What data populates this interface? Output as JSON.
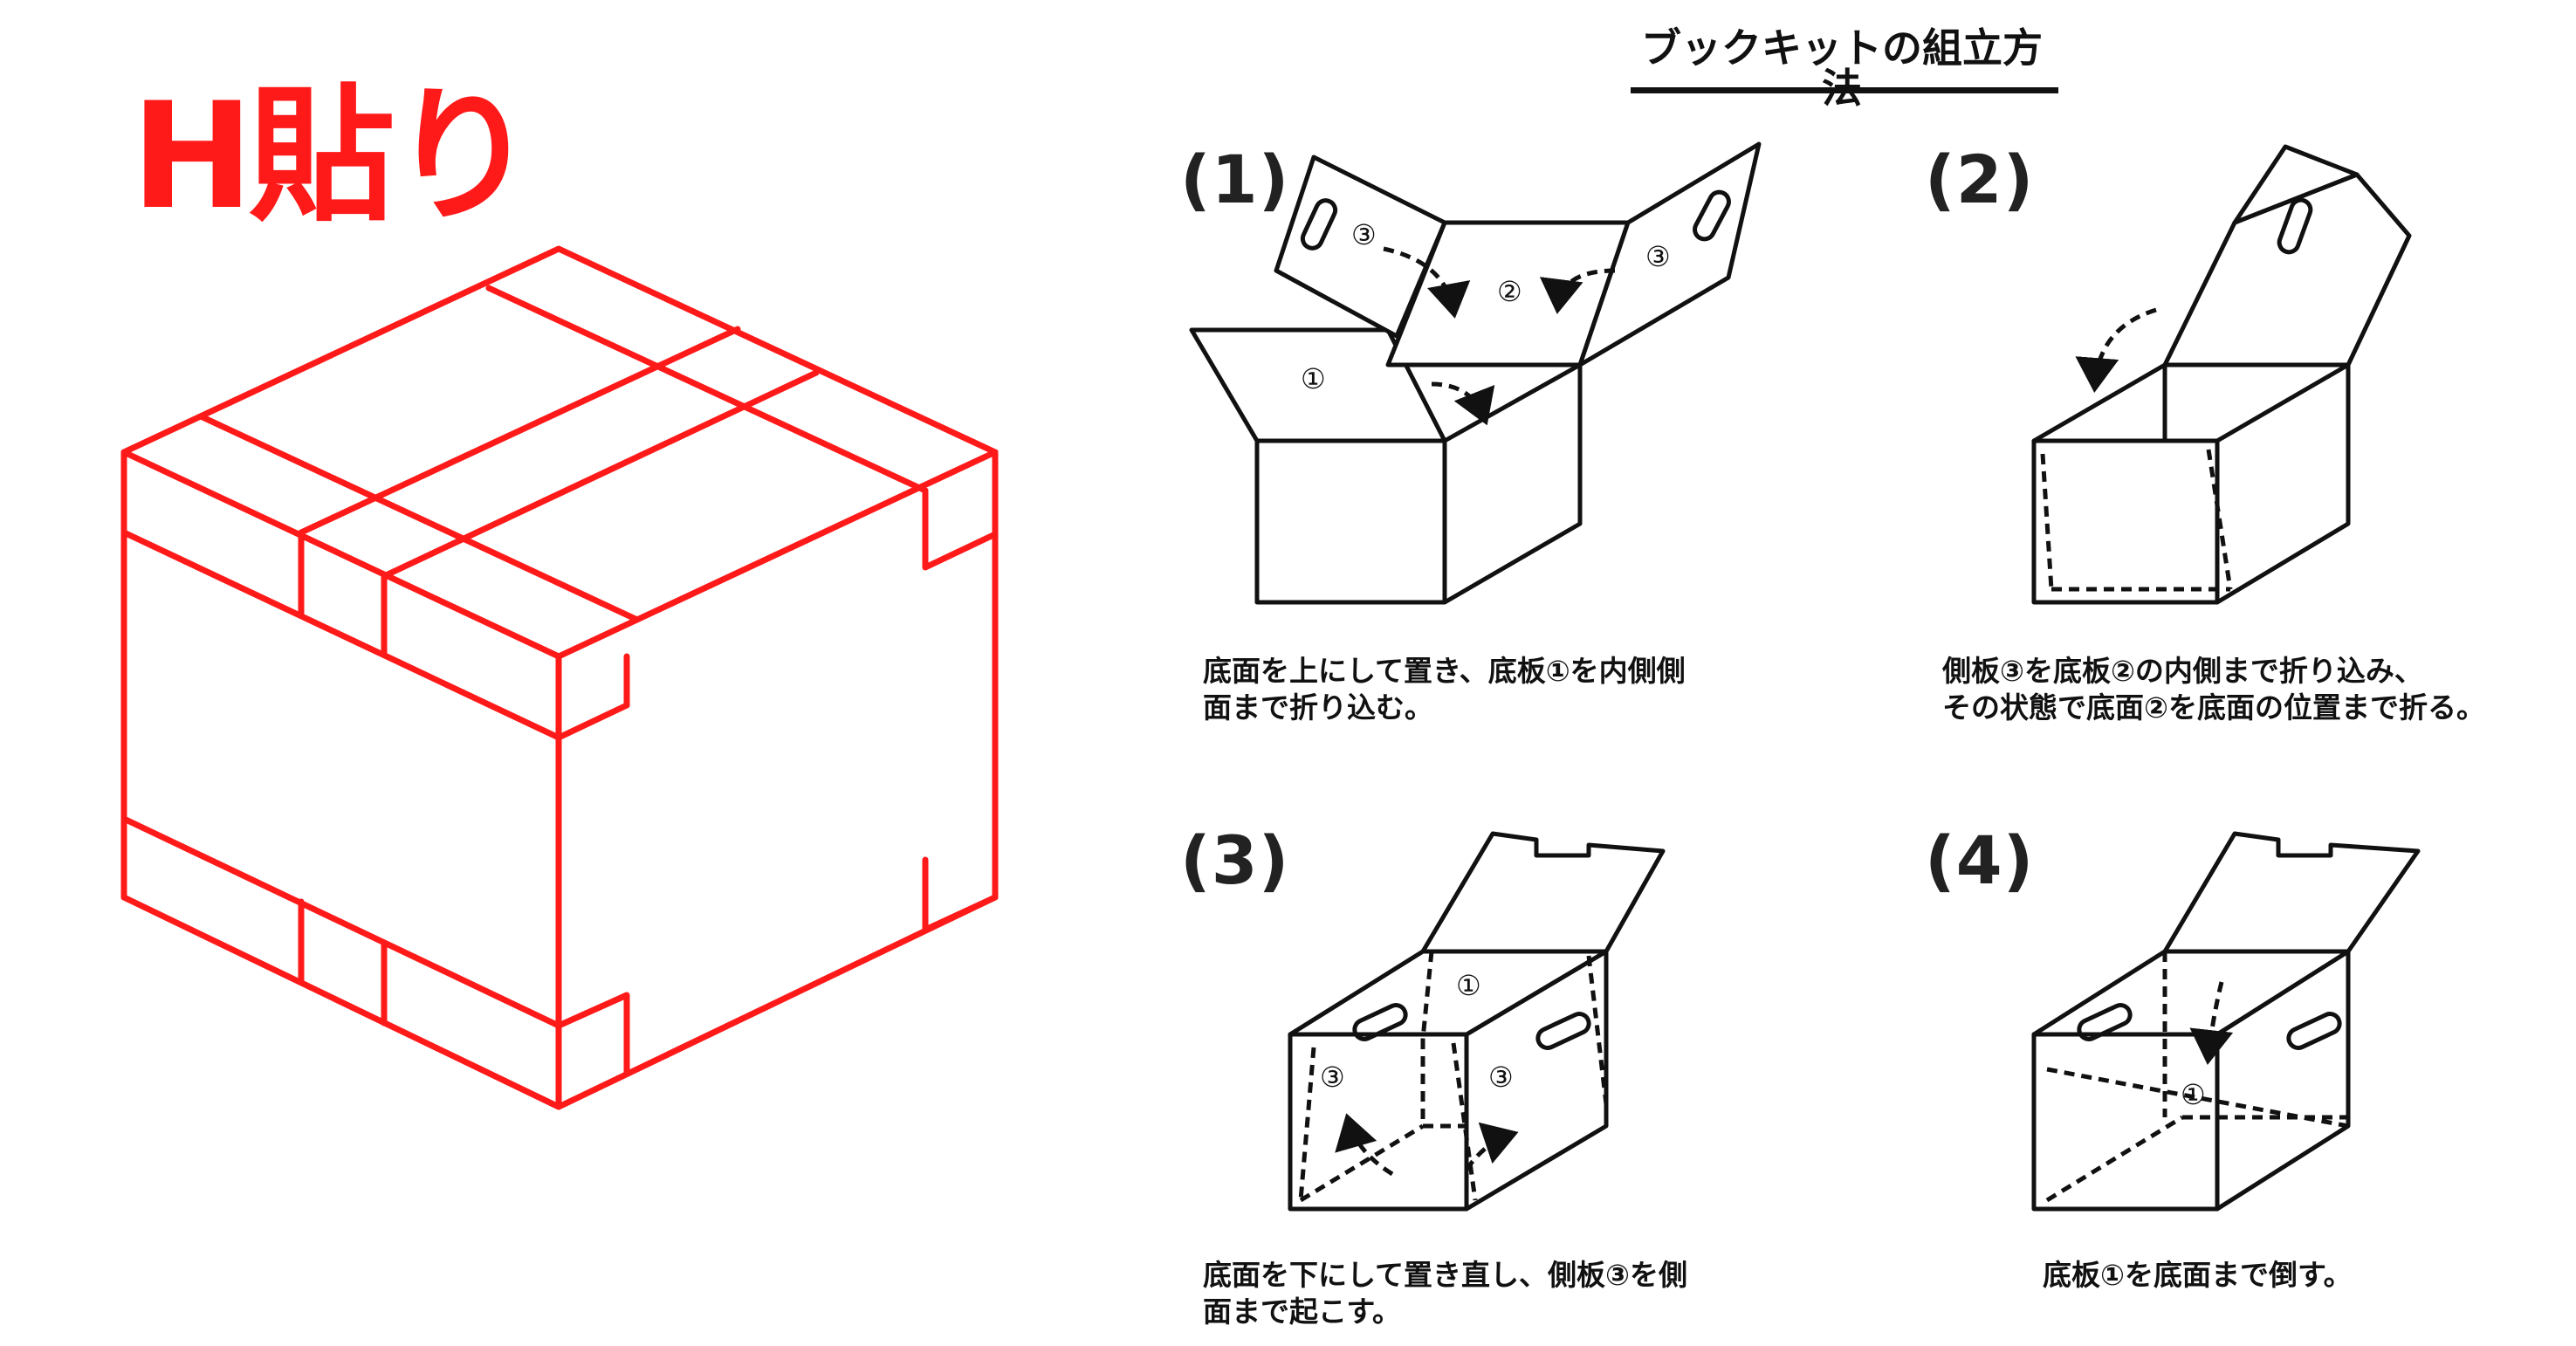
{
  "h_label": "H貼り",
  "title": "ブックキットの組立方法",
  "steps": [
    {
      "number": "(1)",
      "caption_lines": [
        "底面を上にして置き、底板①を内側側",
        "面まで折り込む。"
      ],
      "labels": [
        "③",
        "②",
        "③",
        "①"
      ]
    },
    {
      "number": "(2)",
      "caption_lines": [
        "側板③を底板②の内側まで折り込み、",
        "その状態で底面②を底面の位置まで折る。"
      ],
      "labels": []
    },
    {
      "number": "(3)",
      "caption_lines": [
        "底面を下にして置き直し、側板③を側",
        "面まで起こす。"
      ],
      "labels": [
        "①",
        "③",
        "③"
      ]
    },
    {
      "number": "(4)",
      "caption_lines": [
        "底板①を底面まで倒す。"
      ],
      "labels": [
        "①"
      ]
    }
  ],
  "colors": {
    "tape_red": "#ff1a1a",
    "line": "#111111"
  }
}
